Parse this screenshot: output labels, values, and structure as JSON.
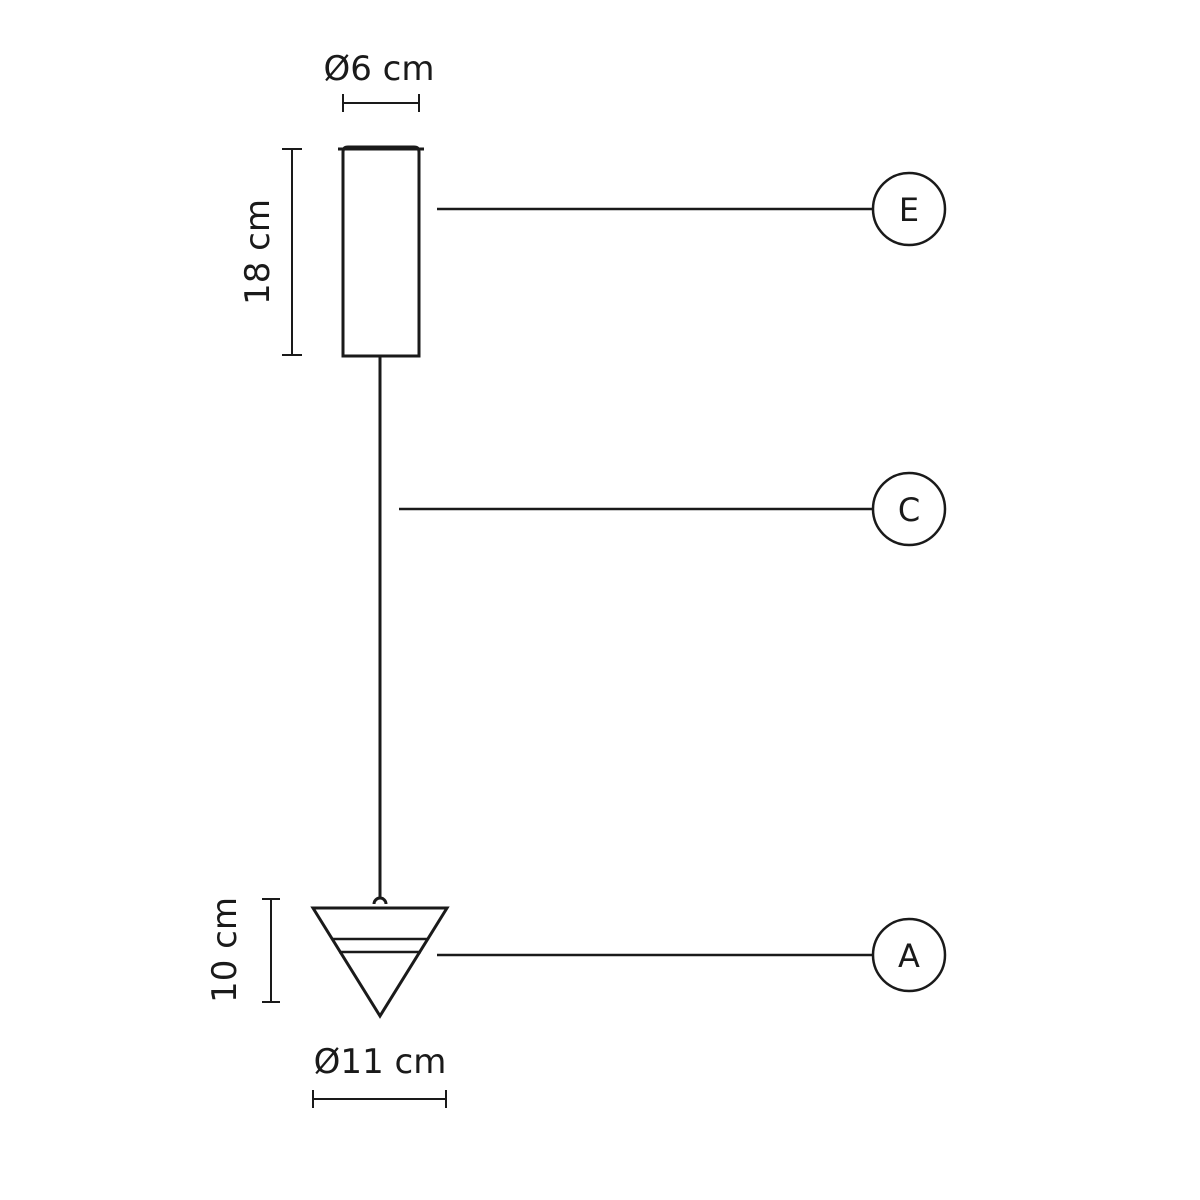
{
  "dimensions": {
    "canopy_diameter": "Ø6 cm",
    "canopy_height": "18 cm",
    "shade_height": "10 cm",
    "shade_diameter": "Ø11 cm"
  },
  "callouts": {
    "canopy": "E",
    "cable": "C",
    "shade": "A"
  },
  "colors": {
    "line": "#1a1a1a",
    "background": "#ffffff"
  }
}
